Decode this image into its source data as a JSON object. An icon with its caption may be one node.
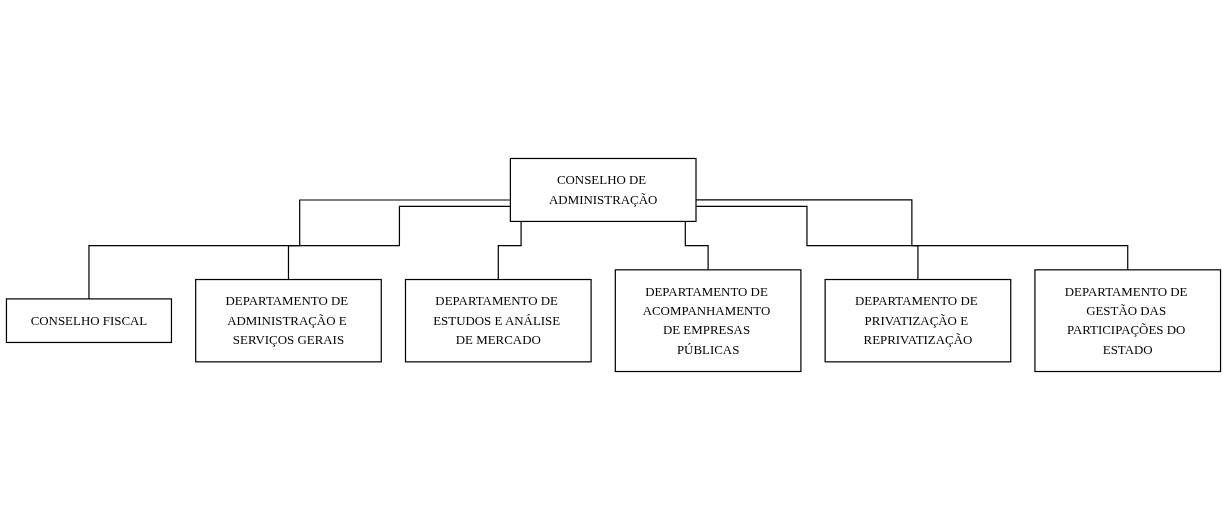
{
  "diagram": {
    "nodes": [
      {
        "text": [
          "CONSELHO DE ADMINISTRAÇÃO"
        ]
      },
      {
        "text": [
          "CONSELHO FISCAL"
        ]
      },
      {
        "text": [
          "DEPARTAMENTO DE ADMINISTRAÇÃO E SERVIÇOS GERAIS"
        ]
      },
      {
        "text": [
          "DEPARTAMENTO DE ESTUDOS E ANÁLISE DE MERCADO"
        ]
      },
      {
        "text": [
          "DEPARTAMENTO DE ACOMPANHAMENTO DE EMPRESAS PÚBLICAS"
        ]
      },
      {
        "text": [
          "DEPARTAMENTO DE PRIVATIZAÇÃO E REPRIVATIZAÇÃO"
        ]
      },
      {
        "text": [
          "DEPARTAMENTO DE GESTÃO DAS PARTICIPAÇÕES DO ESTADO"
        ]
      }
    ],
    "edges": [
      {
        "from": 0,
        "to": 1,
        "arrow": "none"
      },
      {
        "from": 0,
        "to": 2,
        "arrow": "none"
      },
      {
        "from": 0,
        "to": 3,
        "arrow": "none"
      },
      {
        "from": 0,
        "to": 4,
        "arrow": "none"
      },
      {
        "from": 0,
        "to": 5,
        "arrow": "none"
      },
      {
        "from": 0,
        "to": 6,
        "arrow": "none"
      }
    ]
  }
}
